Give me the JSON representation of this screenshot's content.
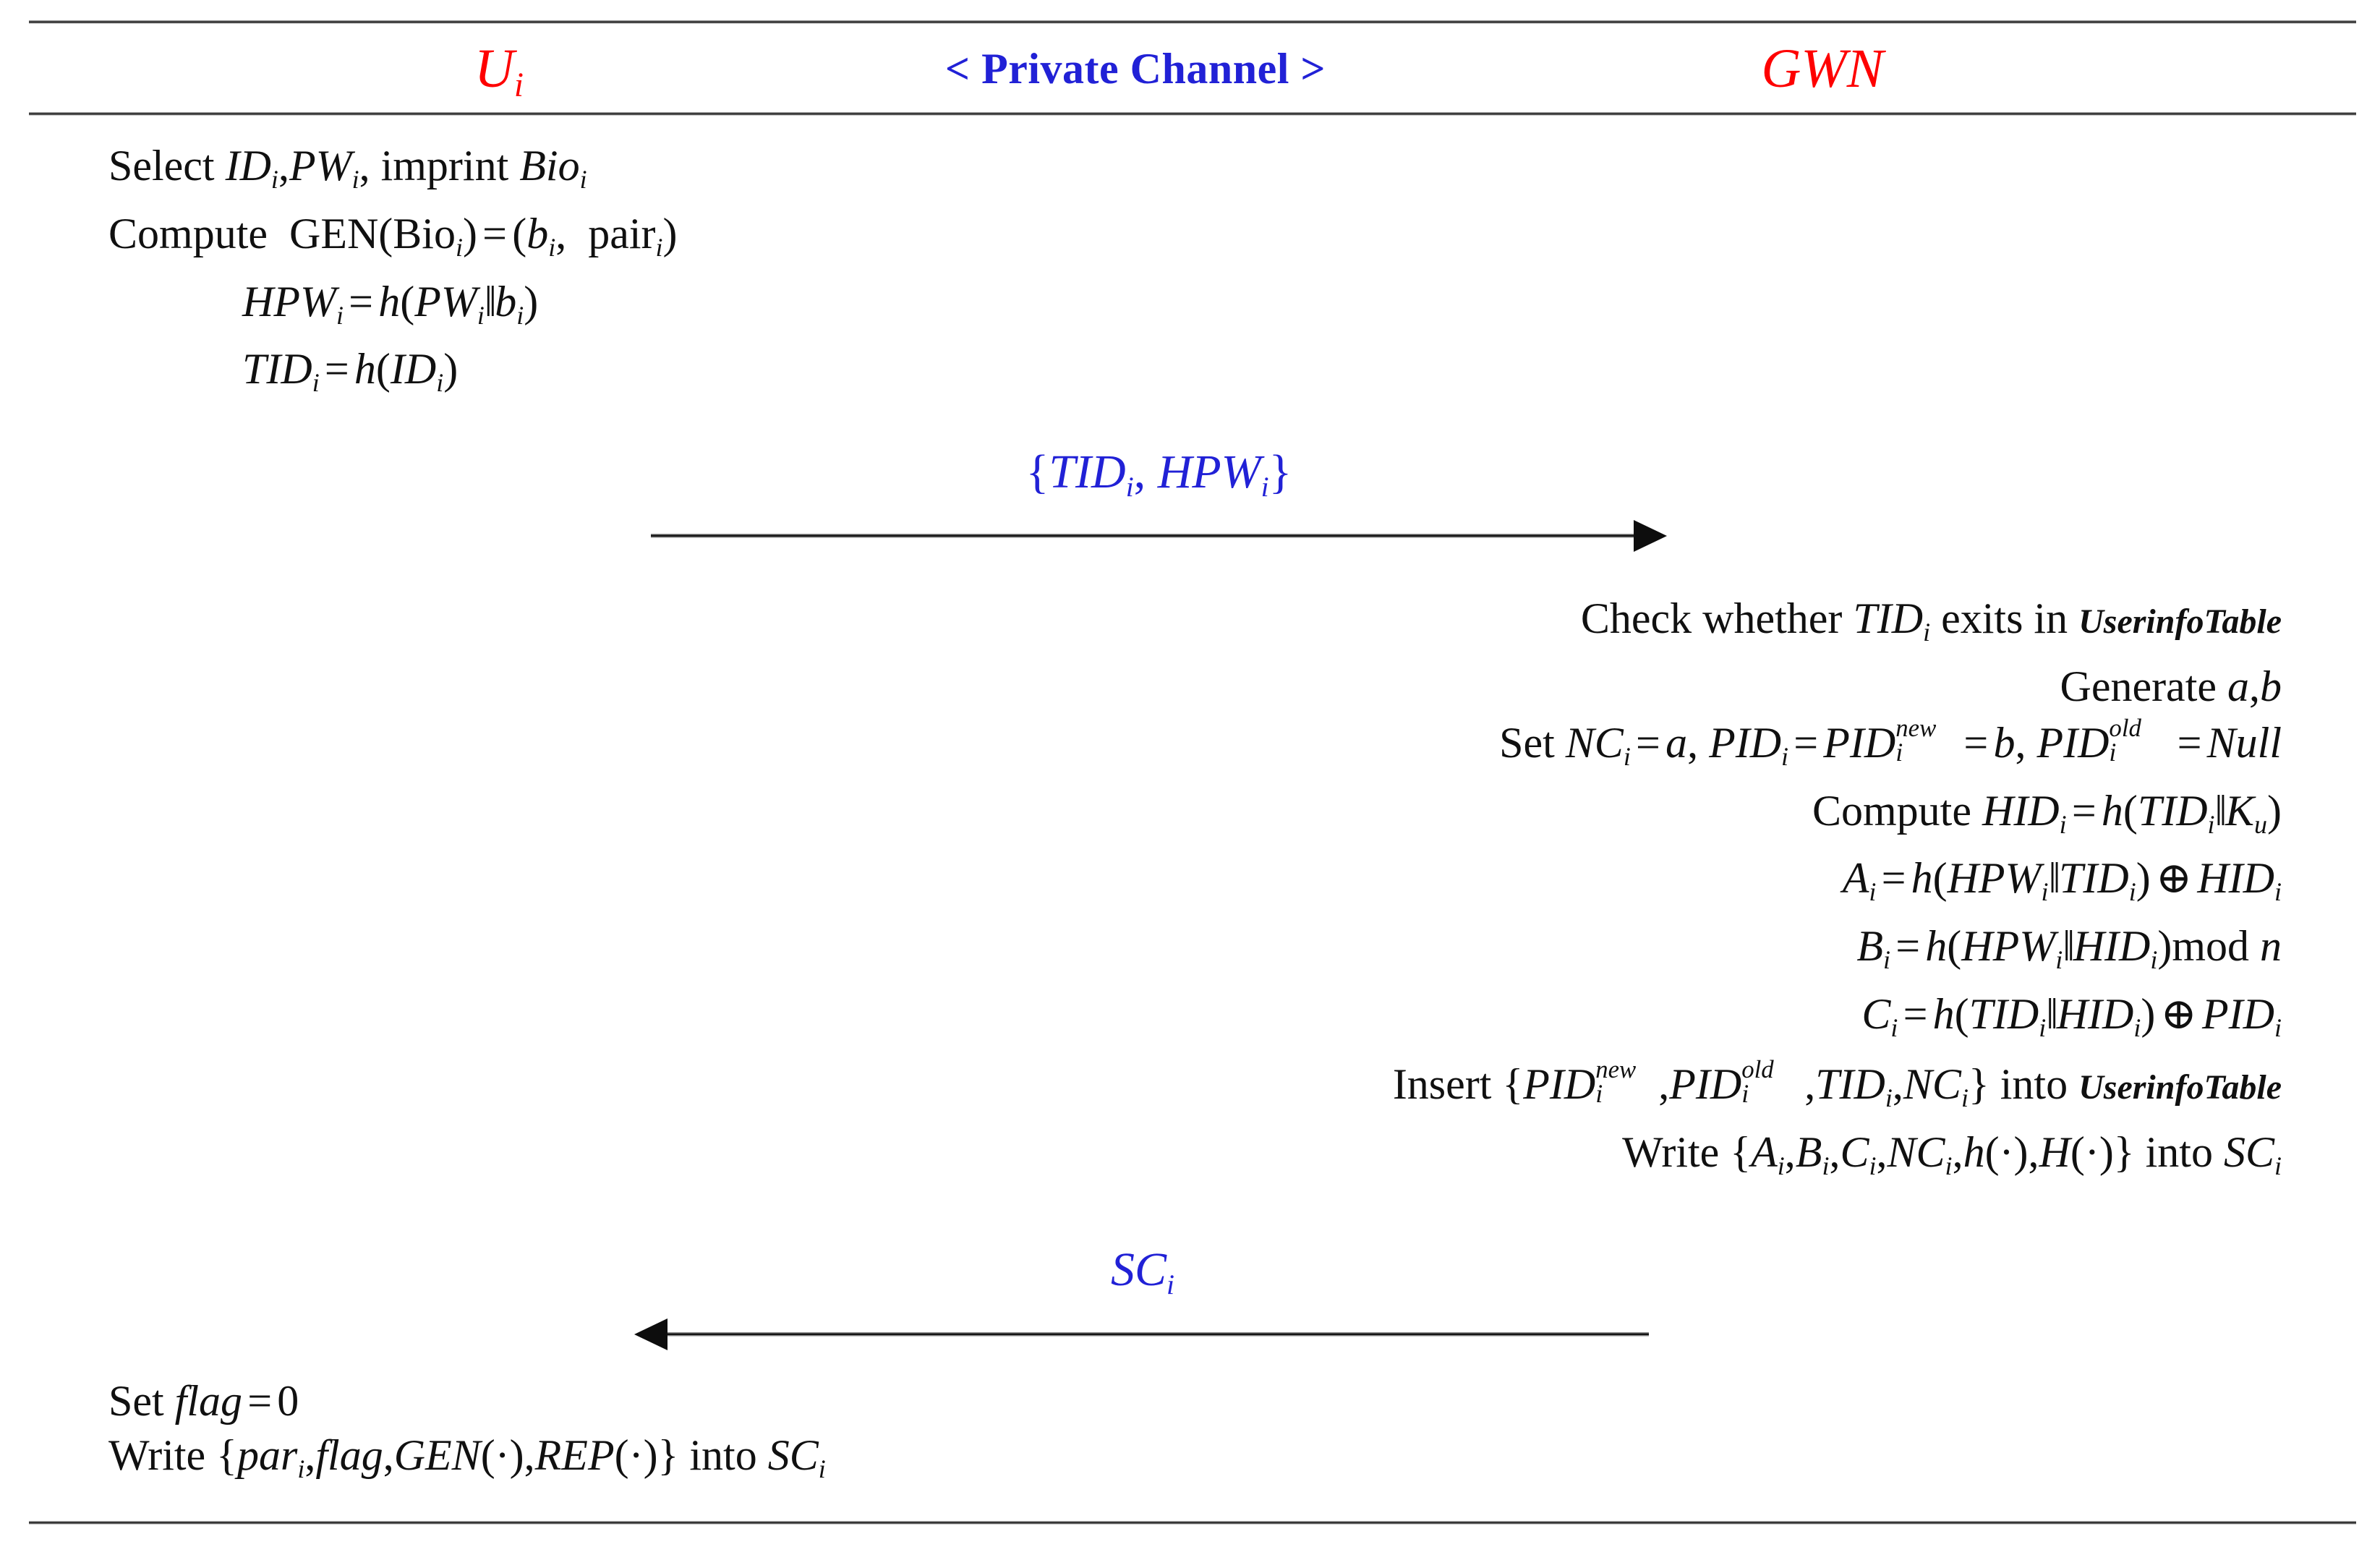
{
  "figure": {
    "type": "protocol-sequence-diagram",
    "phase": "registration"
  },
  "header": {
    "left_entity": "U",
    "left_entity_sub": "i",
    "channel_label": "< Private Channel >",
    "right_entity": "GWN",
    "colors": {
      "entity": "#fe0000",
      "channel": "#2121d6",
      "message_label": "#2121d6",
      "body_text": "#101010",
      "rule": "#1a1a1a"
    }
  },
  "user_steps_top": [
    {
      "id": "select-line",
      "text": "Select ID_i, PW_i, imprint Bio_i",
      "indent": 0
    },
    {
      "id": "compute-gen-line",
      "text": "Compute GEN(Bio_i) = (b_i, pair_i)",
      "indent": 0
    },
    {
      "id": "hpw-line",
      "text": "HPW_i = h(PW_i || b_i)",
      "indent": 1
    },
    {
      "id": "tid-line",
      "text": "TID_i = h(ID_i)",
      "indent": 1
    }
  ],
  "messages": [
    {
      "id": "msg-1",
      "label": "{TID_i, HPW_i}",
      "direction": "right",
      "from": "U_i",
      "to": "GWN"
    },
    {
      "id": "msg-2",
      "label": "SC_i",
      "direction": "left",
      "from": "GWN",
      "to": "U_i"
    }
  ],
  "gateway_steps": [
    {
      "id": "check-tid-line",
      "text": "Check whether TID_i exits in UserinfoTable"
    },
    {
      "id": "generate-line",
      "text": "Generate a, b"
    },
    {
      "id": "set-nc-line",
      "text": "Set NC_i = a, PID_i = PID_i^new = b, PID_i^old = Null"
    },
    {
      "id": "compute-hid-line",
      "text": "Compute HID_i = h(TID_i || K_u)"
    },
    {
      "id": "a-line",
      "text": "A_i = h(HPW_i || TID_i) XOR HID_i"
    },
    {
      "id": "b-line",
      "text": "B_i = h(HPW_i || HID_i) mod n"
    },
    {
      "id": "c-line",
      "text": "C_i = h(TID_i || HID_i) XOR PID_i"
    },
    {
      "id": "insert-line",
      "text": "Insert {PID_i^new, PID_i^old, TID_i, NC_i} into UserinfoTable"
    },
    {
      "id": "write-sc-line",
      "text": "Write {A_i, B_i, C_i, NC_i, h(.), H(.)} into SC_i"
    }
  ],
  "user_steps_bottom": [
    {
      "id": "set-flag-line",
      "text": "Set flag = 0"
    },
    {
      "id": "write-par-line",
      "text": "Write {par_i, flag, GEN(.), REP(.)} into SC_i"
    }
  ]
}
